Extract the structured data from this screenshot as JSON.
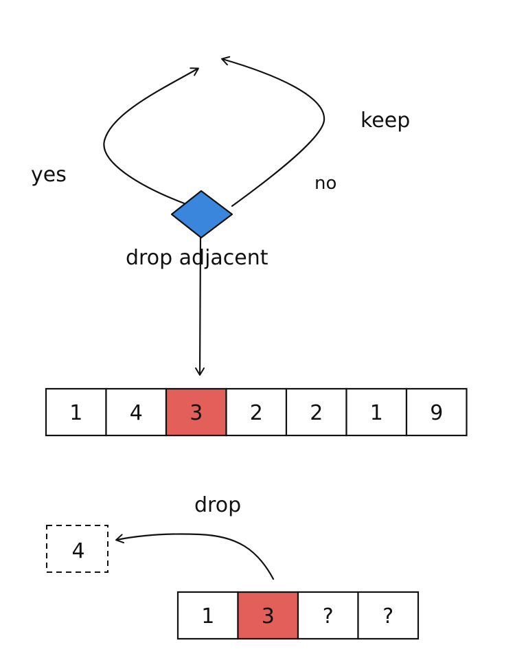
{
  "labels": {
    "yes": "yes",
    "no": "no",
    "keep": "keep",
    "drop_adjacent": "drop adjacent",
    "drop": "drop"
  },
  "colors": {
    "stroke": "#111111",
    "diamond_fill": "#3a86dc",
    "highlight_fill": "#e35f5a",
    "cell_fill": "#ffffff"
  },
  "main_array": {
    "cells": [
      "1",
      "4",
      "3",
      "2",
      "2",
      "1",
      "9"
    ],
    "highlight_index": 2
  },
  "dropped_cell": {
    "value": "4",
    "style": "dashed"
  },
  "result_array": {
    "cells": [
      "1",
      "3",
      "?",
      "?"
    ],
    "highlight_index": 1
  }
}
